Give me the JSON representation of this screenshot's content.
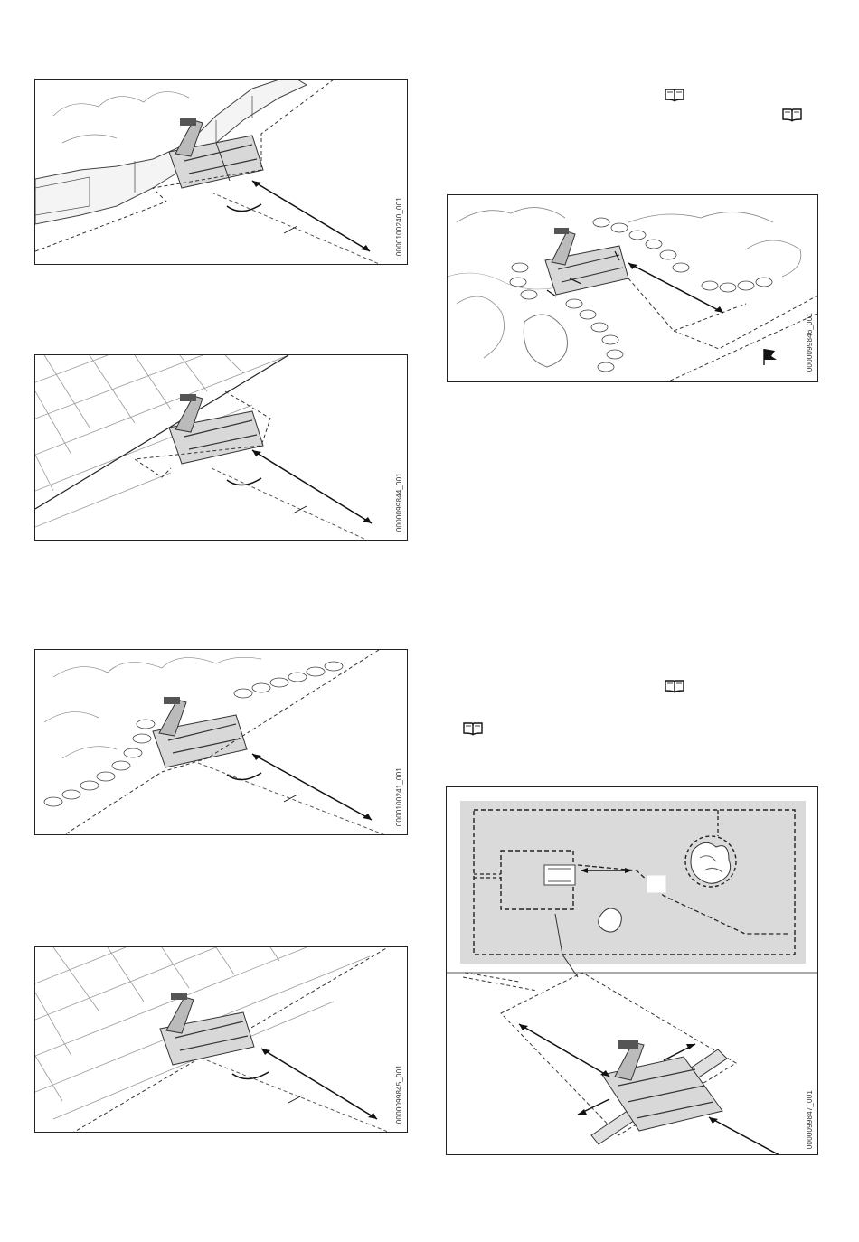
{
  "figures": [
    {
      "id": "0000100240_001"
    },
    {
      "id": "0000099844_001"
    },
    {
      "id": "0000100241_001"
    },
    {
      "id": "0000099845_001"
    },
    {
      "id": "0000099846_001"
    },
    {
      "id": "0000099847_001"
    }
  ],
  "icons": [
    "book-icon",
    "book-icon",
    "book-icon",
    "book-icon"
  ]
}
